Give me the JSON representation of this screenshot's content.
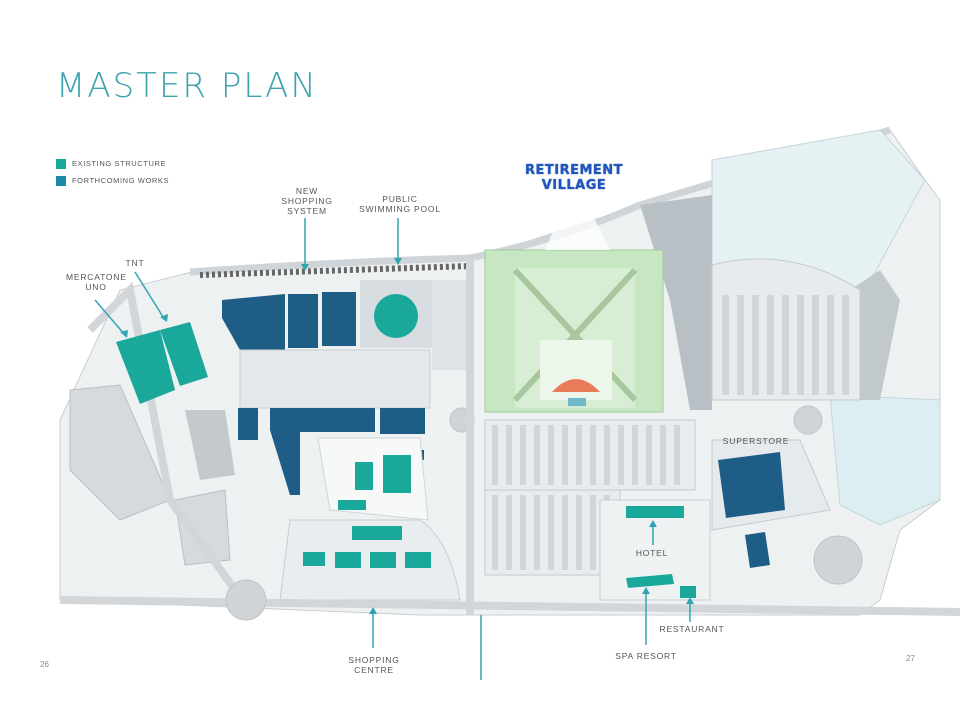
{
  "title": "MASTER PLAN",
  "legend": [
    {
      "label": "EXISTING STRUCTURE",
      "color": "#1aa89a"
    },
    {
      "label": "FORTHCOMING WORKS",
      "color": "#1d8aa3"
    }
  ],
  "labels": {
    "new_shopping_system": "NEW\nSHOPPING\nSYSTEM",
    "public_swimming_pool": "PUBLIC\nSWIMMING POOL",
    "retirement_village": "RETIREMENT\nVILLAGE",
    "tnt": "TNT",
    "mercatone_uno": "MERCATONE\nUNO",
    "superstore": "SUPERSTORE",
    "hotel": "HOTEL",
    "restaurant": "RESTAURANT",
    "spa_resort": "SPA RESORT",
    "shopping_centre": "SHOPPING\nCENTRE"
  },
  "page_numbers": {
    "left": "26",
    "right": "27"
  },
  "colors": {
    "existing": "#1aa89a",
    "forthcoming": "#1d5d86",
    "title": "#3aa3ae",
    "retirement_label": "#1e56c2",
    "retirement_green": "#c6e7c2",
    "ground": "#eef1f2",
    "road": "#d9dde0",
    "lake": "#dceef1"
  }
}
